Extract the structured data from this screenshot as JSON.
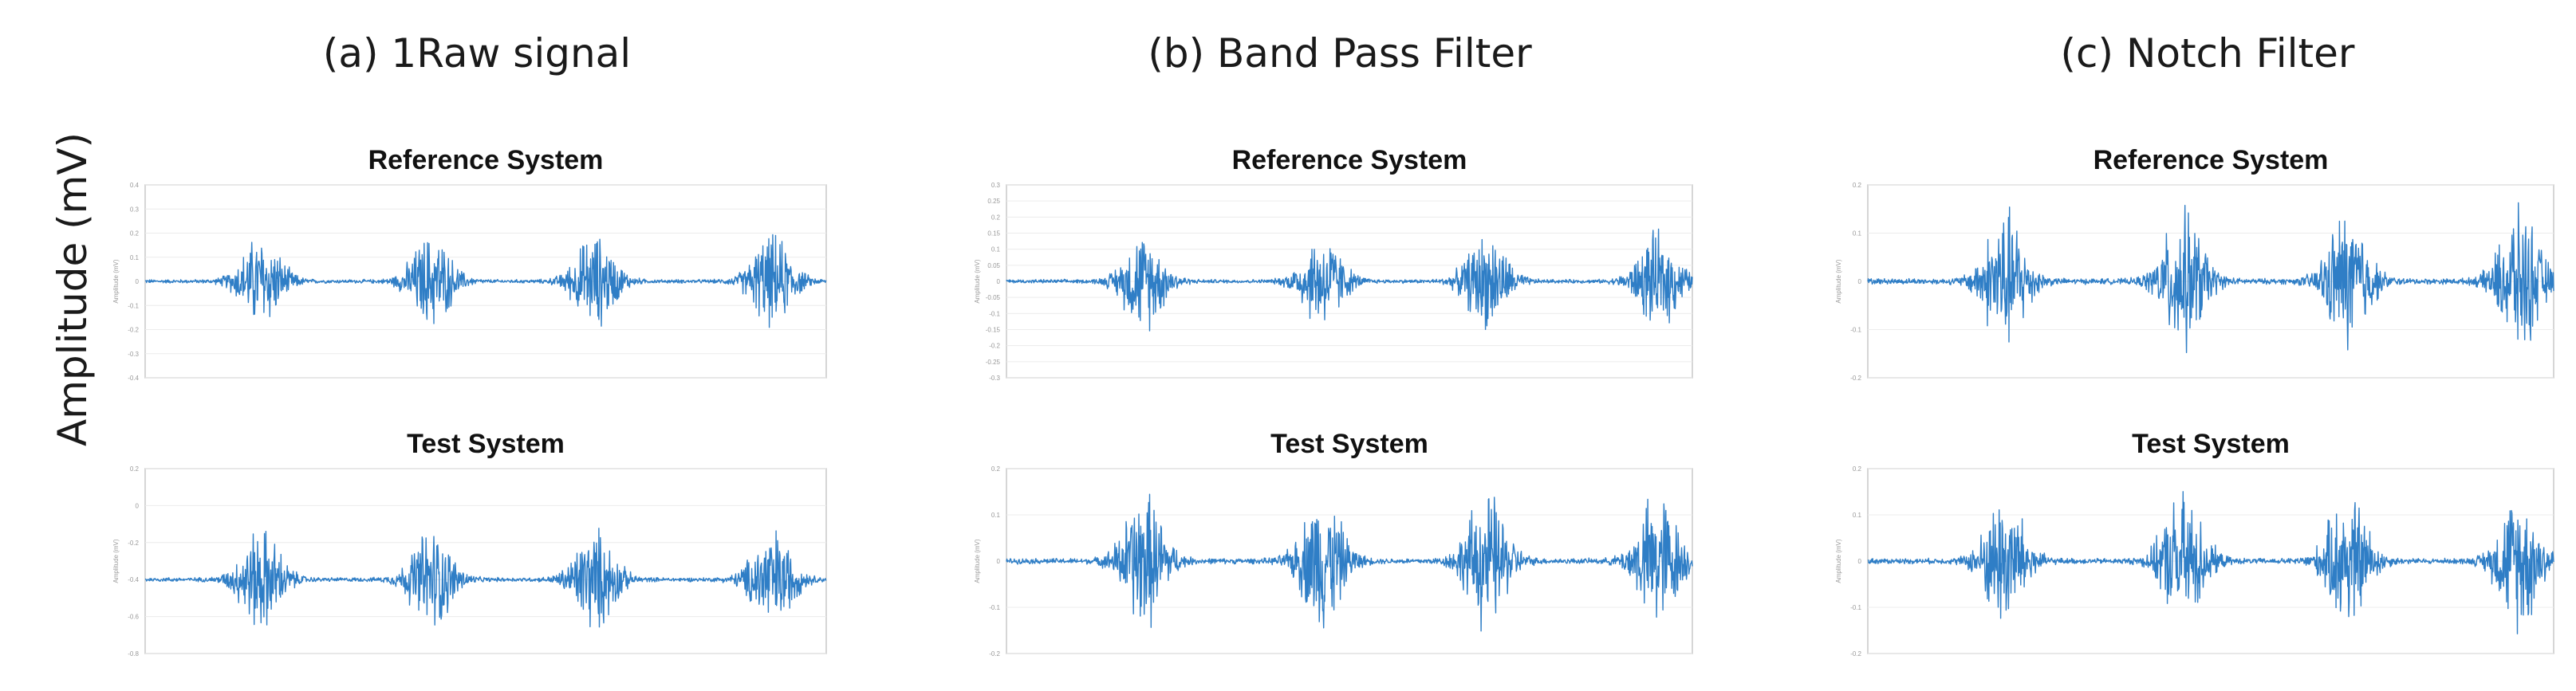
{
  "figure": {
    "y_axis_label": "Amplitude (mV)",
    "columns": [
      {
        "heading": "(a) 1Raw signal"
      },
      {
        "heading": "(b) Band Pass Filter"
      },
      {
        "heading": "(c) Notch Filter"
      }
    ]
  },
  "chart_data": [
    {
      "type": "line",
      "panel": "(a) 1Raw signal",
      "title": "Reference System",
      "ylabel": "Amplitude (mV)",
      "ylim": [
        -0.4,
        0.4
      ],
      "yticks": [
        "0.4",
        "0.3",
        "0.2",
        "0.1",
        "0",
        "-0.1",
        "-0.2",
        "-0.3",
        "-0.4"
      ],
      "grid": true,
      "baseline": -0.0,
      "bursts": [
        0.17,
        0.42,
        0.66,
        0.92
      ],
      "peak_amplitude": 0.22,
      "color": "#2f7ec6"
    },
    {
      "type": "line",
      "panel": "(a) 1Raw signal",
      "title": "Test System",
      "ylabel": "Amplitude (mV)",
      "ylim": [
        -0.8,
        0.2
      ],
      "yticks": [
        "0.2",
        "0",
        "-0.2",
        "-0.4",
        "-0.6",
        "-0.8"
      ],
      "grid": true,
      "baseline": -0.4,
      "bursts": [
        0.17,
        0.42,
        0.66,
        0.92
      ],
      "peak_amplitude": 0.32,
      "color": "#2f7ec6"
    },
    {
      "type": "line",
      "panel": "(b) Band Pass Filter",
      "title": "Reference System",
      "ylabel": "Amplitude (mV)",
      "ylim": [
        -0.3,
        0.3
      ],
      "yticks": [
        "0.3",
        "0.25",
        "0.2",
        "0.15",
        "0.1",
        "0.05",
        "0",
        "-0.05",
        "-0.1",
        "-0.15",
        "-0.2",
        "-0.25",
        "-0.3"
      ],
      "grid": true,
      "baseline": 0,
      "bursts": [
        0.2,
        0.46,
        0.7,
        0.95
      ],
      "peak_amplitude": 0.17,
      "color": "#2f7ec6"
    },
    {
      "type": "line",
      "panel": "(b) Band Pass Filter",
      "title": "Test System",
      "ylabel": "Amplitude (mV)",
      "ylim": [
        -0.2,
        0.2
      ],
      "yticks": [
        "0.2",
        "0.1",
        "0",
        "-0.1",
        "-0.2"
      ],
      "grid": true,
      "baseline": 0,
      "bursts": [
        0.2,
        0.46,
        0.7,
        0.95
      ],
      "peak_amplitude": 0.17,
      "color": "#2f7ec6"
    },
    {
      "type": "line",
      "panel": "(c) Notch Filter",
      "title": "Reference System",
      "ylabel": "Amplitude (mV)",
      "ylim": [
        -0.2,
        0.2
      ],
      "yticks": [
        "0.2",
        "0.1",
        "0",
        "-0.1",
        "-0.2"
      ],
      "grid": true,
      "baseline": 0,
      "bursts": [
        0.2,
        0.46,
        0.7,
        0.95
      ],
      "peak_amplitude": 0.17,
      "color": "#2f7ec6"
    },
    {
      "type": "line",
      "panel": "(c) Notch Filter",
      "title": "Test System",
      "ylabel": "Amplitude (mV)",
      "ylim": [
        -0.2,
        0.2
      ],
      "yticks": [
        "0.2",
        "0.1",
        "0",
        "-0.1",
        "-0.2"
      ],
      "grid": true,
      "baseline": 0,
      "bursts": [
        0.2,
        0.46,
        0.7,
        0.95
      ],
      "peak_amplitude": 0.17,
      "color": "#2f7ec6"
    }
  ]
}
